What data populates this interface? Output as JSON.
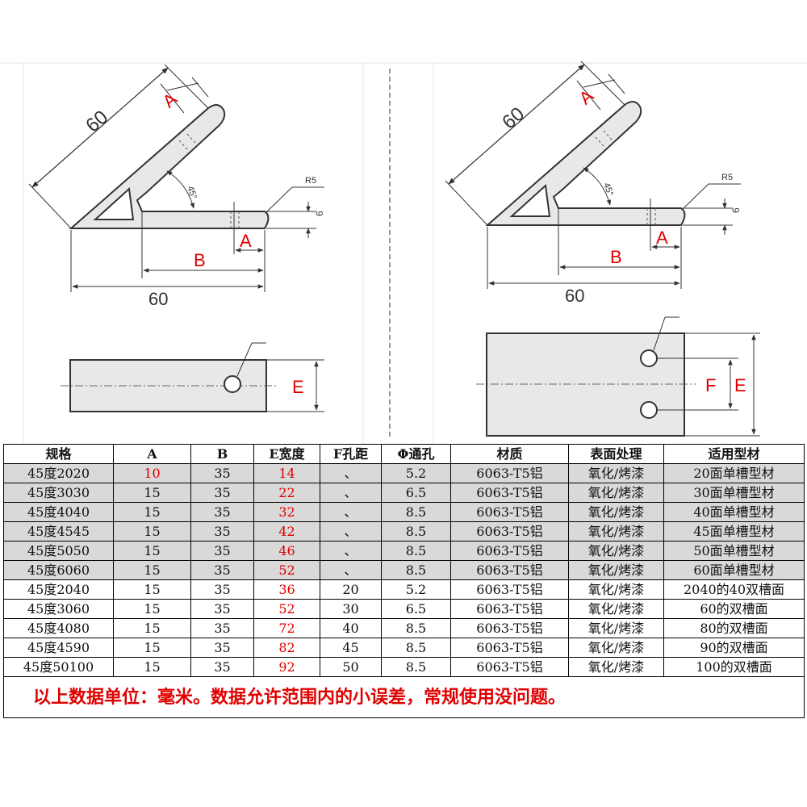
{
  "drawing": {
    "left": {
      "dim_60_diag": "60",
      "dim_a_top": "A",
      "angle": "45°",
      "radius": "R5",
      "thickness": "6",
      "dim_a_bottom": "A",
      "dim_b": "B",
      "dim_60_bottom": "60",
      "dim_e": "E"
    },
    "right": {
      "dim_60_diag": "60",
      "dim_a_top": "A",
      "angle": "45°",
      "radius": "R5",
      "thickness": "6",
      "dim_a_bottom": "A",
      "dim_b": "B",
      "dim_60_bottom": "60",
      "dim_f": "F",
      "dim_e": "E"
    }
  },
  "table": {
    "headers": [
      "规格",
      "A",
      "B",
      "E宽度",
      "F孔距",
      "Φ通孔",
      "材质",
      "表面处理",
      "适用型材"
    ],
    "rows": [
      {
        "spec": "45度2020",
        "a": "10",
        "b": "35",
        "e": "14",
        "f": "、",
        "hole": "5.2",
        "material": "6063-T5铝",
        "finish": "氧化/烤漆",
        "profile": "20面单槽型材"
      },
      {
        "spec": "45度3030",
        "a": "15",
        "b": "35",
        "e": "22",
        "f": "、",
        "hole": "6.5",
        "material": "6063-T5铝",
        "finish": "氧化/烤漆",
        "profile": "30面单槽型材"
      },
      {
        "spec": "45度4040",
        "a": "15",
        "b": "35",
        "e": "32",
        "f": "、",
        "hole": "8.5",
        "material": "6063-T5铝",
        "finish": "氧化/烤漆",
        "profile": "40面单槽型材"
      },
      {
        "spec": "45度4545",
        "a": "15",
        "b": "35",
        "e": "42",
        "f": "、",
        "hole": "8.5",
        "material": "6063-T5铝",
        "finish": "氧化/烤漆",
        "profile": "45面单槽型材"
      },
      {
        "spec": "45度5050",
        "a": "15",
        "b": "35",
        "e": "46",
        "f": "、",
        "hole": "8.5",
        "material": "6063-T5铝",
        "finish": "氧化/烤漆",
        "profile": "50面单槽型材"
      },
      {
        "spec": "45度6060",
        "a": "15",
        "b": "35",
        "e": "52",
        "f": "、",
        "hole": "8.5",
        "material": "6063-T5铝",
        "finish": "氧化/烤漆",
        "profile": "60面单槽型材"
      },
      {
        "spec": "45度2040",
        "a": "15",
        "b": "35",
        "e": "36",
        "f": "20",
        "hole": "5.2",
        "material": "6063-T5铝",
        "finish": "氧化/烤漆",
        "profile": "2040的40双槽面"
      },
      {
        "spec": "45度3060",
        "a": "15",
        "b": "35",
        "e": "52",
        "f": "30",
        "hole": "6.5",
        "material": "6063-T5铝",
        "finish": "氧化/烤漆",
        "profile": "60的双槽面"
      },
      {
        "spec": "45度4080",
        "a": "15",
        "b": "35",
        "e": "72",
        "f": "40",
        "hole": "8.5",
        "material": "6063-T5铝",
        "finish": "氧化/烤漆",
        "profile": "80的双槽面"
      },
      {
        "spec": "45度4590",
        "a": "15",
        "b": "35",
        "e": "82",
        "f": "45",
        "hole": "8.5",
        "material": "6063-T5铝",
        "finish": "氧化/烤漆",
        "profile": "90的双槽面"
      },
      {
        "spec": "45度50100",
        "a": "15",
        "b": "35",
        "e": "92",
        "f": "50",
        "hole": "8.5",
        "material": "6063-T5铝",
        "finish": "氧化/烤漆",
        "profile": "100的双槽面"
      }
    ],
    "note": "以上数据单位：毫米。数据允许范围内的小误差，常规使用没问题。"
  },
  "colors": {
    "highlight_red": "#e00000",
    "shaded_row": "#d9d9d9",
    "part_fill": "#e8e8e8",
    "line": "#333333"
  }
}
